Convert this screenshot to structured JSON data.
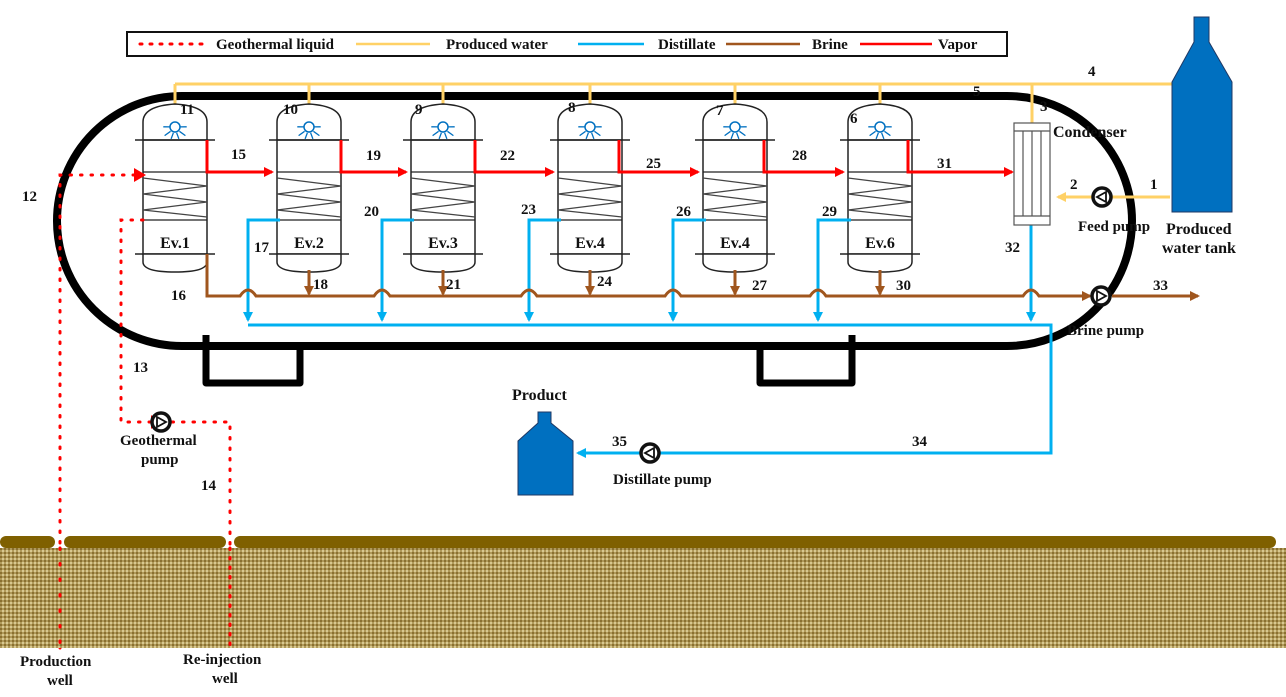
{
  "legend": {
    "items": [
      {
        "label": "Geothermal liquid",
        "color": "#ff0000",
        "style": "dotted"
      },
      {
        "label": "Produced water",
        "color": "#ffd166",
        "style": "solid"
      },
      {
        "label": "Distillate",
        "color": "#00b0f0",
        "style": "solid"
      },
      {
        "label": "Brine",
        "color": "#a0561e",
        "style": "solid"
      },
      {
        "label": "Vapor",
        "color": "#ff0000",
        "style": "solid"
      }
    ]
  },
  "colors": {
    "produced_water": "#ffd166",
    "distillate": "#00b0f0",
    "brine": "#a0561e",
    "vapor": "#ff0000",
    "geothermal": "#ff0000",
    "tank": "#0070c0",
    "ground": "#7f6000",
    "vessel": "#000000"
  },
  "evaporators": [
    {
      "label": "Ev.1",
      "feed_stream": "11"
    },
    {
      "label": "Ev.2",
      "feed_stream": "10"
    },
    {
      "label": "Ev.3",
      "feed_stream": "9"
    },
    {
      "label": "Ev.4",
      "feed_stream": "8"
    },
    {
      "label": "Ev.4",
      "feed_stream": "7"
    },
    {
      "label": "Ev.6",
      "feed_stream": "6"
    }
  ],
  "components": {
    "condenser": "Condenser",
    "feed_pump": "Feed pump",
    "produced_water_tank_line1": "Produced",
    "produced_water_tank_line2": "water tank",
    "brine_pump": "Brine pump",
    "product": "Product",
    "distillate_pump": "Distillate pump",
    "geothermal_pump_line1": "Geothermal",
    "geothermal_pump_line2": "pump",
    "production_well_line1": "Production",
    "production_well_line2": "well",
    "reinjection_well_line1": "Re-injection",
    "reinjection_well_line2": "well"
  },
  "streams": {
    "s1": "1",
    "s2": "2",
    "s3": "3",
    "s4": "4",
    "s5": "5",
    "s6": "6",
    "s7": "7",
    "s8": "8",
    "s9": "9",
    "s10": "10",
    "s11": "11",
    "s12": "12",
    "s13": "13",
    "s14": "14",
    "s15": "15",
    "s16": "16",
    "s17": "17",
    "s18": "18",
    "s19": "19",
    "s20": "20",
    "s21": "21",
    "s22": "22",
    "s23": "23",
    "s24": "24",
    "s25": "25",
    "s26": "26",
    "s27": "27",
    "s28": "28",
    "s29": "29",
    "s30": "30",
    "s31": "31",
    "s32": "32",
    "s33": "33",
    "s34": "34",
    "s35": "35"
  }
}
